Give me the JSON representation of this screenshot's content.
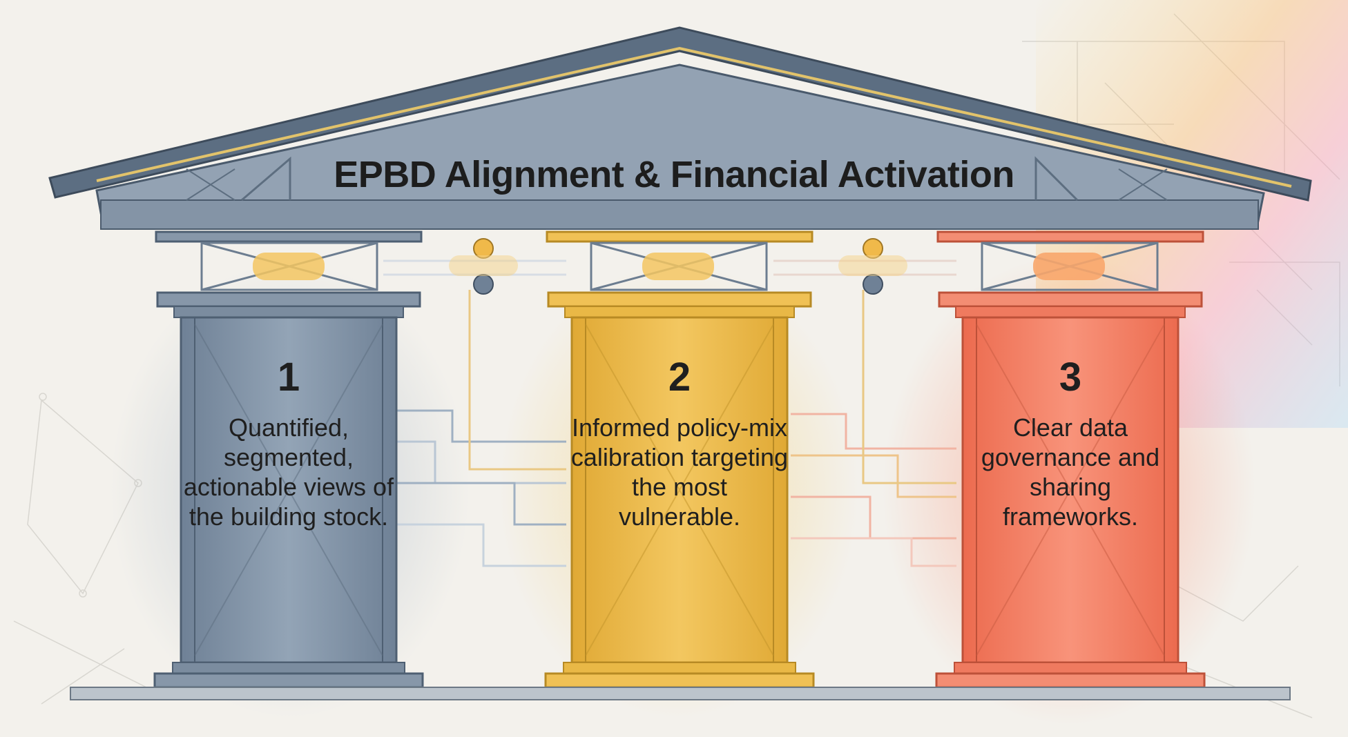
{
  "title": "EPBD Alignment & Financial Activation",
  "colors": {
    "roof": "#74869a",
    "roof_dark": "#4e5f72",
    "pillar_1": "#7d8fa3",
    "pillar_2": "#e8b84a",
    "pillar_3": "#ef7a5f",
    "base": "#bcc4cc"
  },
  "pillars": [
    {
      "number": "1",
      "description": "Quantified, segmented, actionable views of the building stock."
    },
    {
      "number": "2",
      "description": "Informed policy-mix calibration targeting the most vulnerable."
    },
    {
      "number": "3",
      "description": "Clear data governance and sharing frameworks."
    }
  ]
}
